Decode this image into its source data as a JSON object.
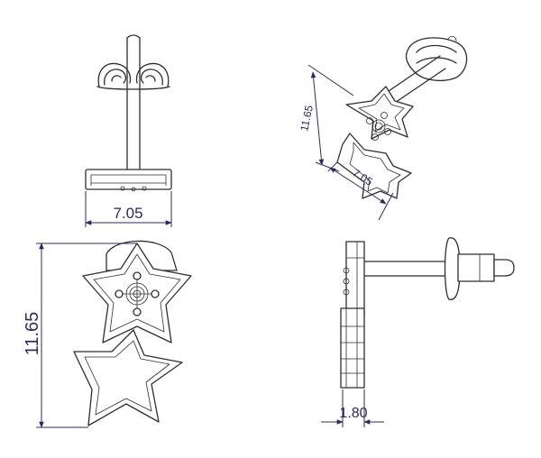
{
  "dimensions": {
    "front_width": "7.05",
    "front_height": "11.65",
    "side_thickness": "1.80",
    "iso_height": "11.65",
    "iso_width": "7.05"
  },
  "colors": {
    "line": "#2e2e2e",
    "dimension": "#2a2a6a",
    "background": "#ffffff"
  }
}
